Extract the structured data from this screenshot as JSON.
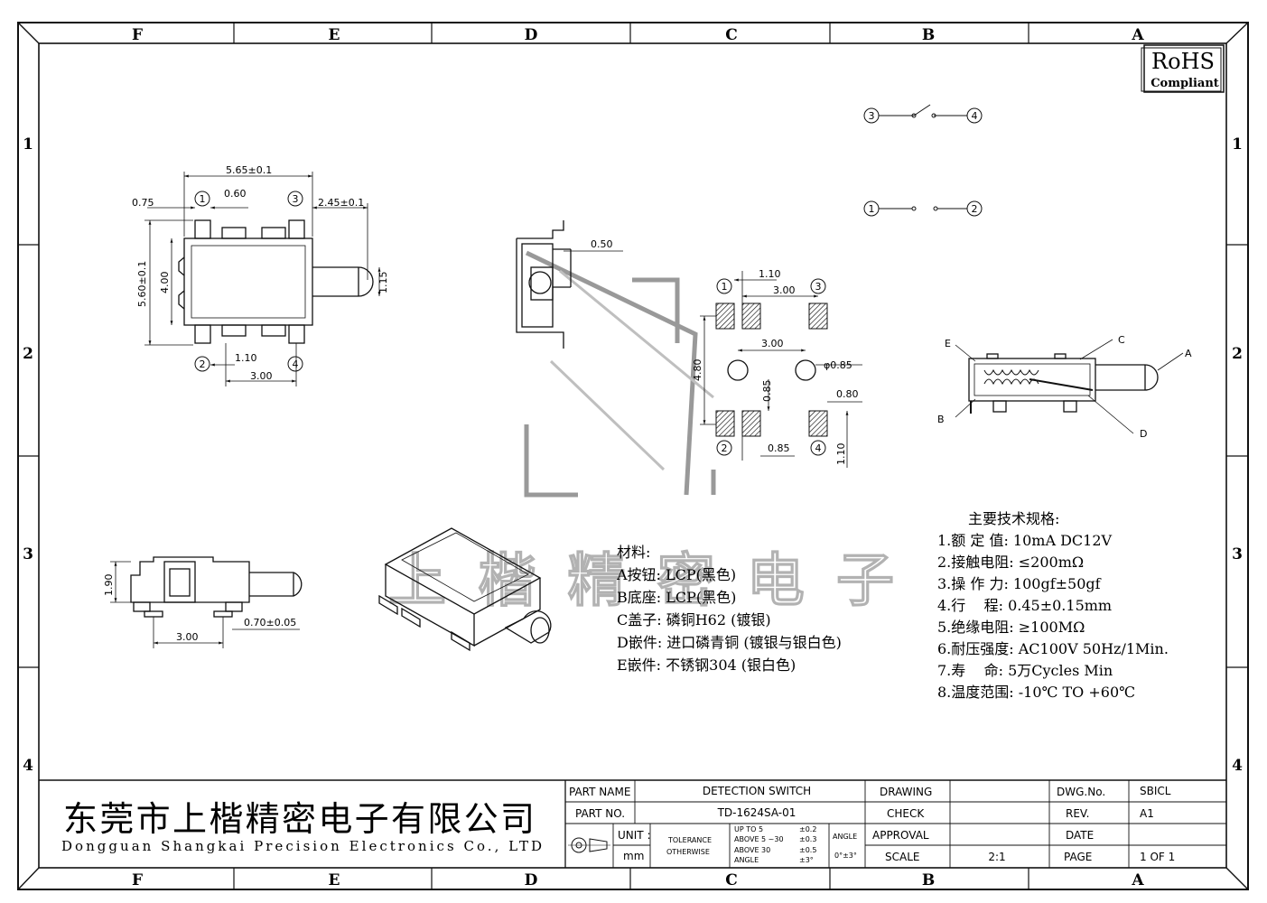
{
  "frame": {
    "columns": [
      "F",
      "E",
      "D",
      "C",
      "B",
      "A"
    ],
    "rows": [
      "1",
      "2",
      "3",
      "4"
    ]
  },
  "rohs": {
    "main": "RoHS",
    "sub": "Compliant"
  },
  "top_view": {
    "dims": {
      "width": "5.65±0.1",
      "pitch_a": "0.75",
      "pitch_b": "0.60",
      "actuator": "2.45±0.1",
      "height": "5.60±0.1",
      "inner": "4.00",
      "act_dia": "1.15",
      "bottom_a": "1.10",
      "bottom_b": "3.00"
    },
    "pins": [
      "1",
      "3",
      "2",
      "4"
    ]
  },
  "side_view": {
    "dim": "0.50"
  },
  "pcb_layout": {
    "dims": {
      "top_a": "1.10",
      "top_b": "3.00",
      "mid": "3.00",
      "hole": "φ0.85",
      "height": "4.80",
      "pad_v": "0.85",
      "pad_w": "0.80",
      "bottom_a": "0.85",
      "bottom_b": "1.10"
    },
    "pins": [
      "1",
      "3",
      "2",
      "4"
    ]
  },
  "schematic": {
    "closed": [
      "3",
      "4"
    ],
    "open": [
      "1",
      "2"
    ]
  },
  "section_labels": [
    "E",
    "C",
    "A",
    "B",
    "D"
  ],
  "front_view": {
    "dims": {
      "height": "1.90",
      "pin": "0.70±0.05",
      "pitch": "3.00"
    }
  },
  "materials": {
    "title": "材料:",
    "items": [
      "A按钮: LCP(黑色)",
      "B底座: LCP(黑色)",
      "C盖子: 磷铜H62 (镀银)",
      "D嵌件: 进口磷青铜 (镀银与银白色)",
      "E嵌件: 不锈钢304 (银白色)"
    ]
  },
  "specs": {
    "title": "主要技术规格:",
    "items": [
      "1.额 定 值: 10mA DC12V",
      "2.接触电阻: ≤200mΩ",
      "3.操 作 力: 100gf±50gf",
      "4.行    程: 0.45±0.15mm",
      "5.绝缘电阻: ≥100MΩ",
      "6.耐压强度: AC100V 50Hz/1Min.",
      "7.寿    命: 5万Cycles Min",
      "8.温度范围: -10℃ TO +60℃"
    ]
  },
  "watermark": "上楷精密电子",
  "title_block": {
    "company_cn": "东莞市上楷精密电子有限公司",
    "company_en": "Dongguan Shangkai Precision Electronics Co., LTD",
    "part_name_label": "PART NAME",
    "part_name": "DETECTION SWITCH",
    "part_no_label": "PART NO.",
    "part_no": "TD-1624SA-01",
    "unit_label": "UNIT :",
    "unit": "mm",
    "tolerance_1": "TOLERANCE",
    "tolerance_2": "OTHERWISE",
    "tol_rows": [
      {
        "range": "UP TO 5",
        "value": "±0.2"
      },
      {
        "range": "ABOVE 5 ~30",
        "value": "±0.3"
      },
      {
        "range": "ABOVE 30",
        "value": "±0.5"
      },
      {
        "range": "ANGLE",
        "value": "±3°"
      }
    ],
    "angle_label": "ANGLE",
    "angle_value": "0°±3°",
    "drawing_label": "DRAWING",
    "check_label": "CHECK",
    "approval_label": "APPROVAL",
    "scale_label": "SCALE",
    "scale": "2:1",
    "dwg_no_label": "DWG.No.",
    "dwg_no": "SBICL",
    "rev_label": "REV.",
    "rev": "A1",
    "date_label": "DATE",
    "page_label": "PAGE",
    "page": "1 OF 1"
  }
}
